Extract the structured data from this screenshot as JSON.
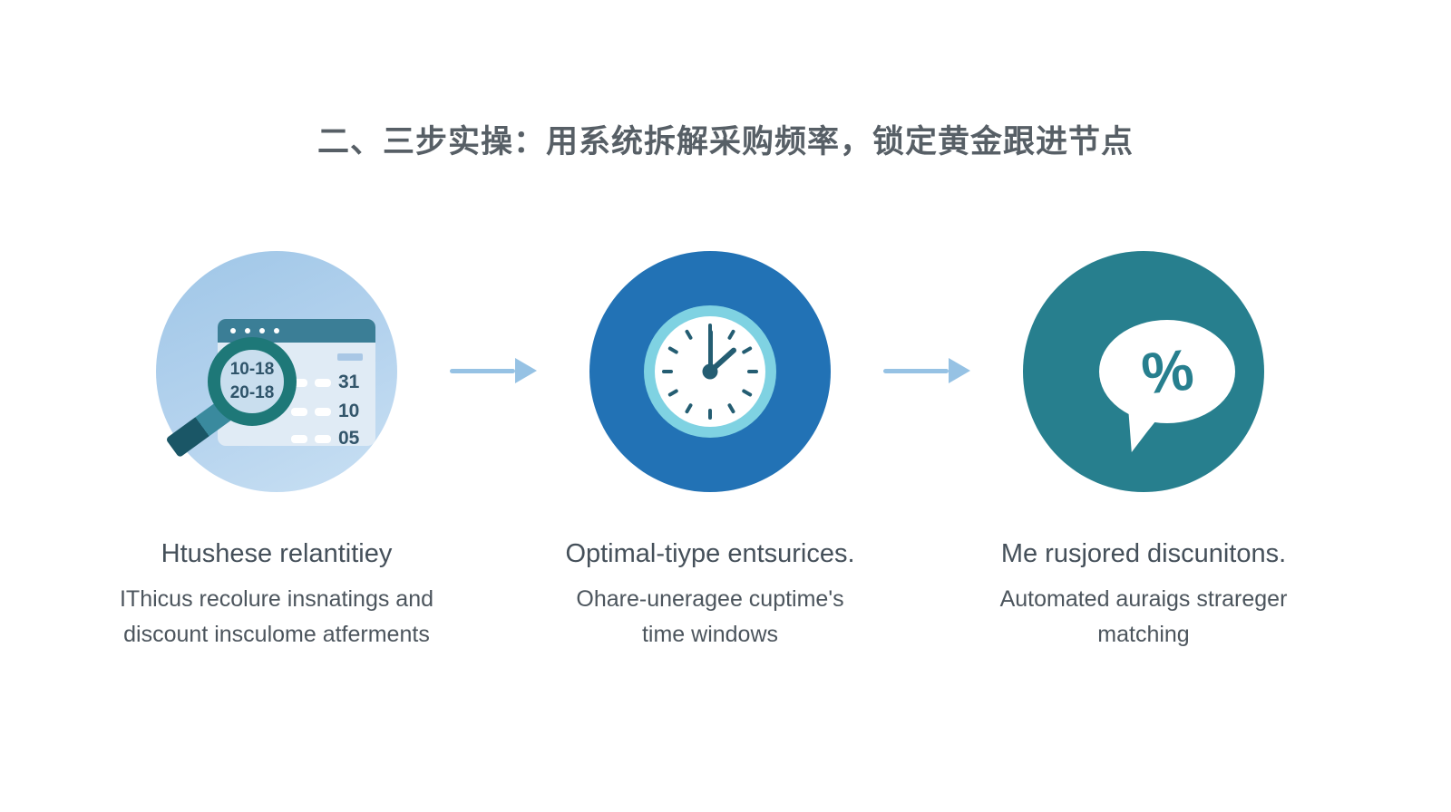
{
  "palette": {
    "background": "#ffffff",
    "title_color": "#575f66",
    "heading_color": "#45505a",
    "body_color": "#4c555d",
    "arrow_color": "#96c2e4",
    "step1_circle_gradient_top": "#9fc6e7",
    "step1_circle_gradient_bottom": "#c9e0f3",
    "step2_circle": "#2272b5",
    "step3_circle": "#277f8e",
    "magnifier_teal": "#1e7878",
    "window_header": "#3b7e96",
    "window_body": "#e0ebf5",
    "clock_ring": "#7fd2e2",
    "clock_marks": "#245d72"
  },
  "title": {
    "text": "二、三步实操：用系统拆解采购频率，锁定黄金跟进节点"
  },
  "steps": [
    {
      "icon": "magnifier-over-calendar-window",
      "heading": "Htushese relantitiey",
      "body": [
        "IThicus recolure insnatings and",
        "discount insculome atferments"
      ],
      "window": {
        "lens_values": [
          "10-18",
          "20-18"
        ],
        "row_values": [
          "31",
          "10",
          "05"
        ]
      }
    },
    {
      "icon": "clock",
      "heading": "Optimal-tiype entsurices.",
      "body": [
        "Ohare-uneragee cuptime's",
        "time windows"
      ]
    },
    {
      "icon": "percent-speech-bubble",
      "heading": "Me rusjored discunitons.",
      "body": [
        "Automated auraigs strareger",
        "matching"
      ],
      "percent_label": "%"
    }
  ]
}
